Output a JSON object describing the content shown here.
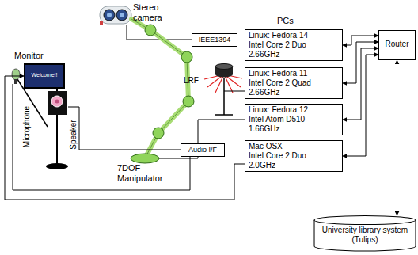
{
  "diagram": {
    "nodes": [
      {
        "text": [
          "Welcome!!"
        ]
      },
      {
        "text": [
          "IEEE1394"
        ]
      },
      {
        "text": [
          "Linux: Fedora 14",
          "Intel Core 2 Duo",
          "2.66GHz"
        ]
      },
      {
        "text": [
          "Linux: Fedora 11",
          "Intel Core 2 Quad",
          "2.66GHz"
        ]
      },
      {
        "text": [
          "Linux: Fedora 12",
          "Intel Atom D510",
          "1.66GHz"
        ]
      },
      {
        "text": [
          "Audio I/F"
        ]
      },
      {
        "text": [
          "Mac OSX",
          "Intel Core 2 Duo",
          "2.0GHz"
        ]
      },
      {
        "text": [
          "Router"
        ]
      },
      {
        "text": [
          "University library system",
          "(Tulips)"
        ]
      }
    ],
    "edges": [
      {
        "from": 1,
        "to": 2,
        "arrow": "none"
      },
      {
        "from": 2,
        "to": 7,
        "arrow": "both"
      },
      {
        "from": 3,
        "to": 7,
        "arrow": "both"
      },
      {
        "from": 4,
        "to": 7,
        "arrow": "both"
      },
      {
        "from": 6,
        "to": 7,
        "arrow": "both"
      },
      {
        "from": 5,
        "to": 6,
        "arrow": "none"
      },
      {
        "from": 7,
        "to": 8,
        "arrow": "both"
      },
      {
        "from": 6,
        "to": 0,
        "arrow": "to"
      }
    ],
    "labels": [
      "Stereo camera",
      "PCs",
      "Monitor",
      "LRF",
      "Speaker",
      "Microphone",
      "7DOF Manipulator"
    ]
  }
}
